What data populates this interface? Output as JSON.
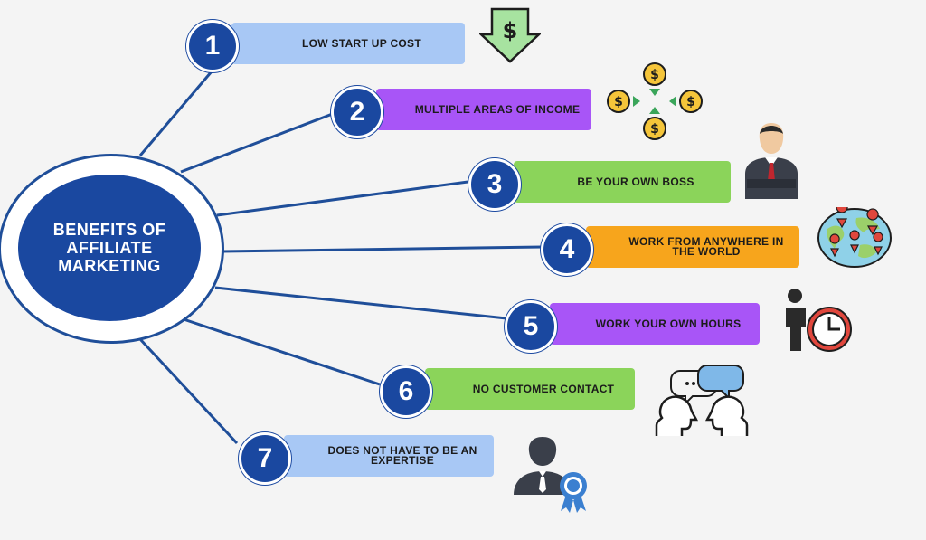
{
  "hub": {
    "title": "BENEFITS OF\nAFFILIATE\nMARKETING"
  },
  "benefits": [
    {
      "number": "1",
      "label": "LOW START UP COST",
      "color": "#a8c8f5",
      "icon": "money-down-icon"
    },
    {
      "number": "2",
      "label": "MULTIPLE AREAS OF INCOME",
      "color": "#a855f7",
      "icon": "income-sources-icon"
    },
    {
      "number": "3",
      "label": "BE YOUR OWN BOSS",
      "color": "#8bd45a",
      "icon": "boss-icon"
    },
    {
      "number": "4",
      "label": "WORK FROM ANYWHERE IN THE WORLD",
      "color": "#f7a51c",
      "icon": "globe-pins-icon"
    },
    {
      "number": "5",
      "label": "WORK YOUR OWN HOURS",
      "color": "#a855f7",
      "icon": "person-clock-icon"
    },
    {
      "number": "6",
      "label": "NO CUSTOMER CONTACT",
      "color": "#8bd45a",
      "icon": "conversation-icon"
    },
    {
      "number": "7",
      "label": "DOES NOT HAVE TO BE AN EXPERTISE",
      "color": "#a8c8f5",
      "icon": "expert-badge-icon"
    }
  ],
  "colors": {
    "hub": "#1a48a0",
    "connector": "#1f4e99",
    "background": "#f4f4f4"
  }
}
